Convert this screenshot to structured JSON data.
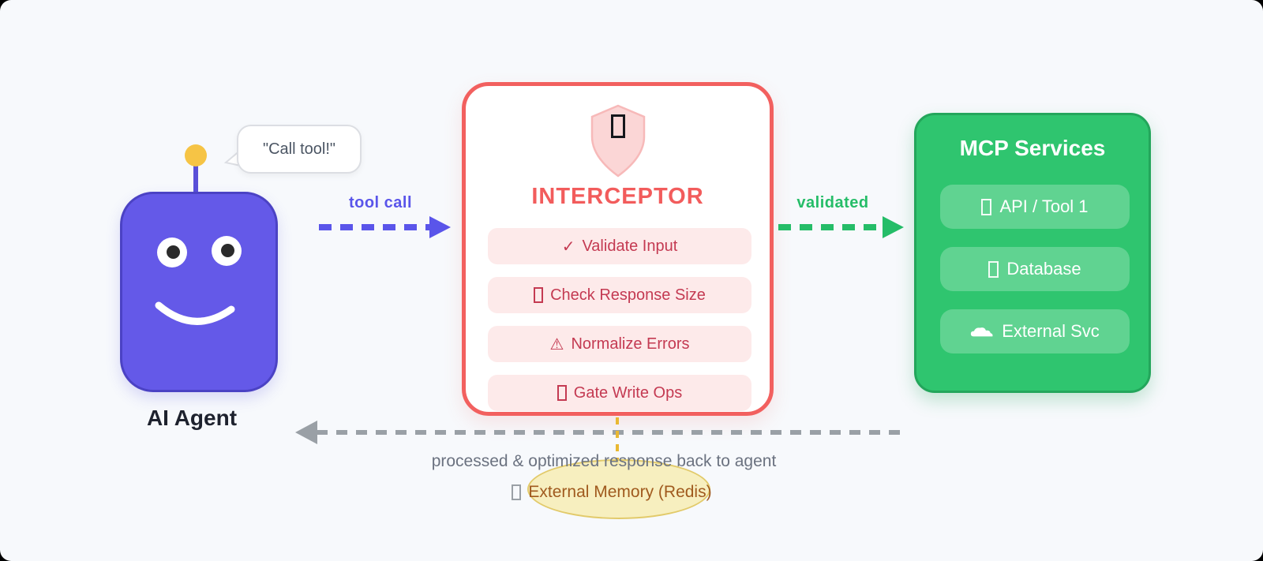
{
  "canvas": {
    "background": "#f7f9fc",
    "frame": "#000000"
  },
  "agent": {
    "label": "AI Agent",
    "speech_bubble": "\"Call tool!\"",
    "body_color": "#6459e8",
    "antenna_ball_color": "#f6c445",
    "icons": [
      "antenna-icon",
      "eyes",
      "smile"
    ]
  },
  "flows": {
    "tool_call": {
      "label": "tool call",
      "color": "#5a55ea",
      "direction": "right"
    },
    "validated": {
      "label": "validated",
      "color": "#25bd68",
      "direction": "right"
    },
    "response": {
      "label": "processed & optimized response back to agent",
      "color": "#9aa0a6",
      "direction": "left"
    }
  },
  "interceptor": {
    "title": "INTERCEPTOR",
    "border_color": "#f2605f",
    "title_color": "#f25c5c",
    "shield_icon": "shield-with-missing-glyph",
    "item_bg": "#fdeaea",
    "item_text_color": "#c43a52",
    "items": [
      {
        "icon": "check",
        "glyph": "✓",
        "label": "Validate Input"
      },
      {
        "icon": "missing-glyph",
        "glyph": "",
        "label": "Check Response Size"
      },
      {
        "icon": "warning",
        "glyph": "⚠",
        "label": "Normalize Errors"
      },
      {
        "icon": "missing-glyph",
        "glyph": "",
        "label": "Gate Write Ops"
      }
    ]
  },
  "mcp": {
    "title": "MCP Services",
    "bg_color": "#2fc56f",
    "border_color": "#23a65b",
    "items": [
      {
        "icon": "missing-glyph",
        "label": "API / Tool 1"
      },
      {
        "icon": "missing-glyph",
        "label": "Database"
      },
      {
        "icon": "cloud",
        "label": "External Svc"
      }
    ]
  },
  "memory": {
    "label": "External Memory (Redis)",
    "icon": "missing-glyph",
    "ellipse_fill": "#f7edb4",
    "ellipse_border": "#e2ca6a",
    "text_color": "#a05a1e",
    "connector_color": "#e9b832"
  }
}
